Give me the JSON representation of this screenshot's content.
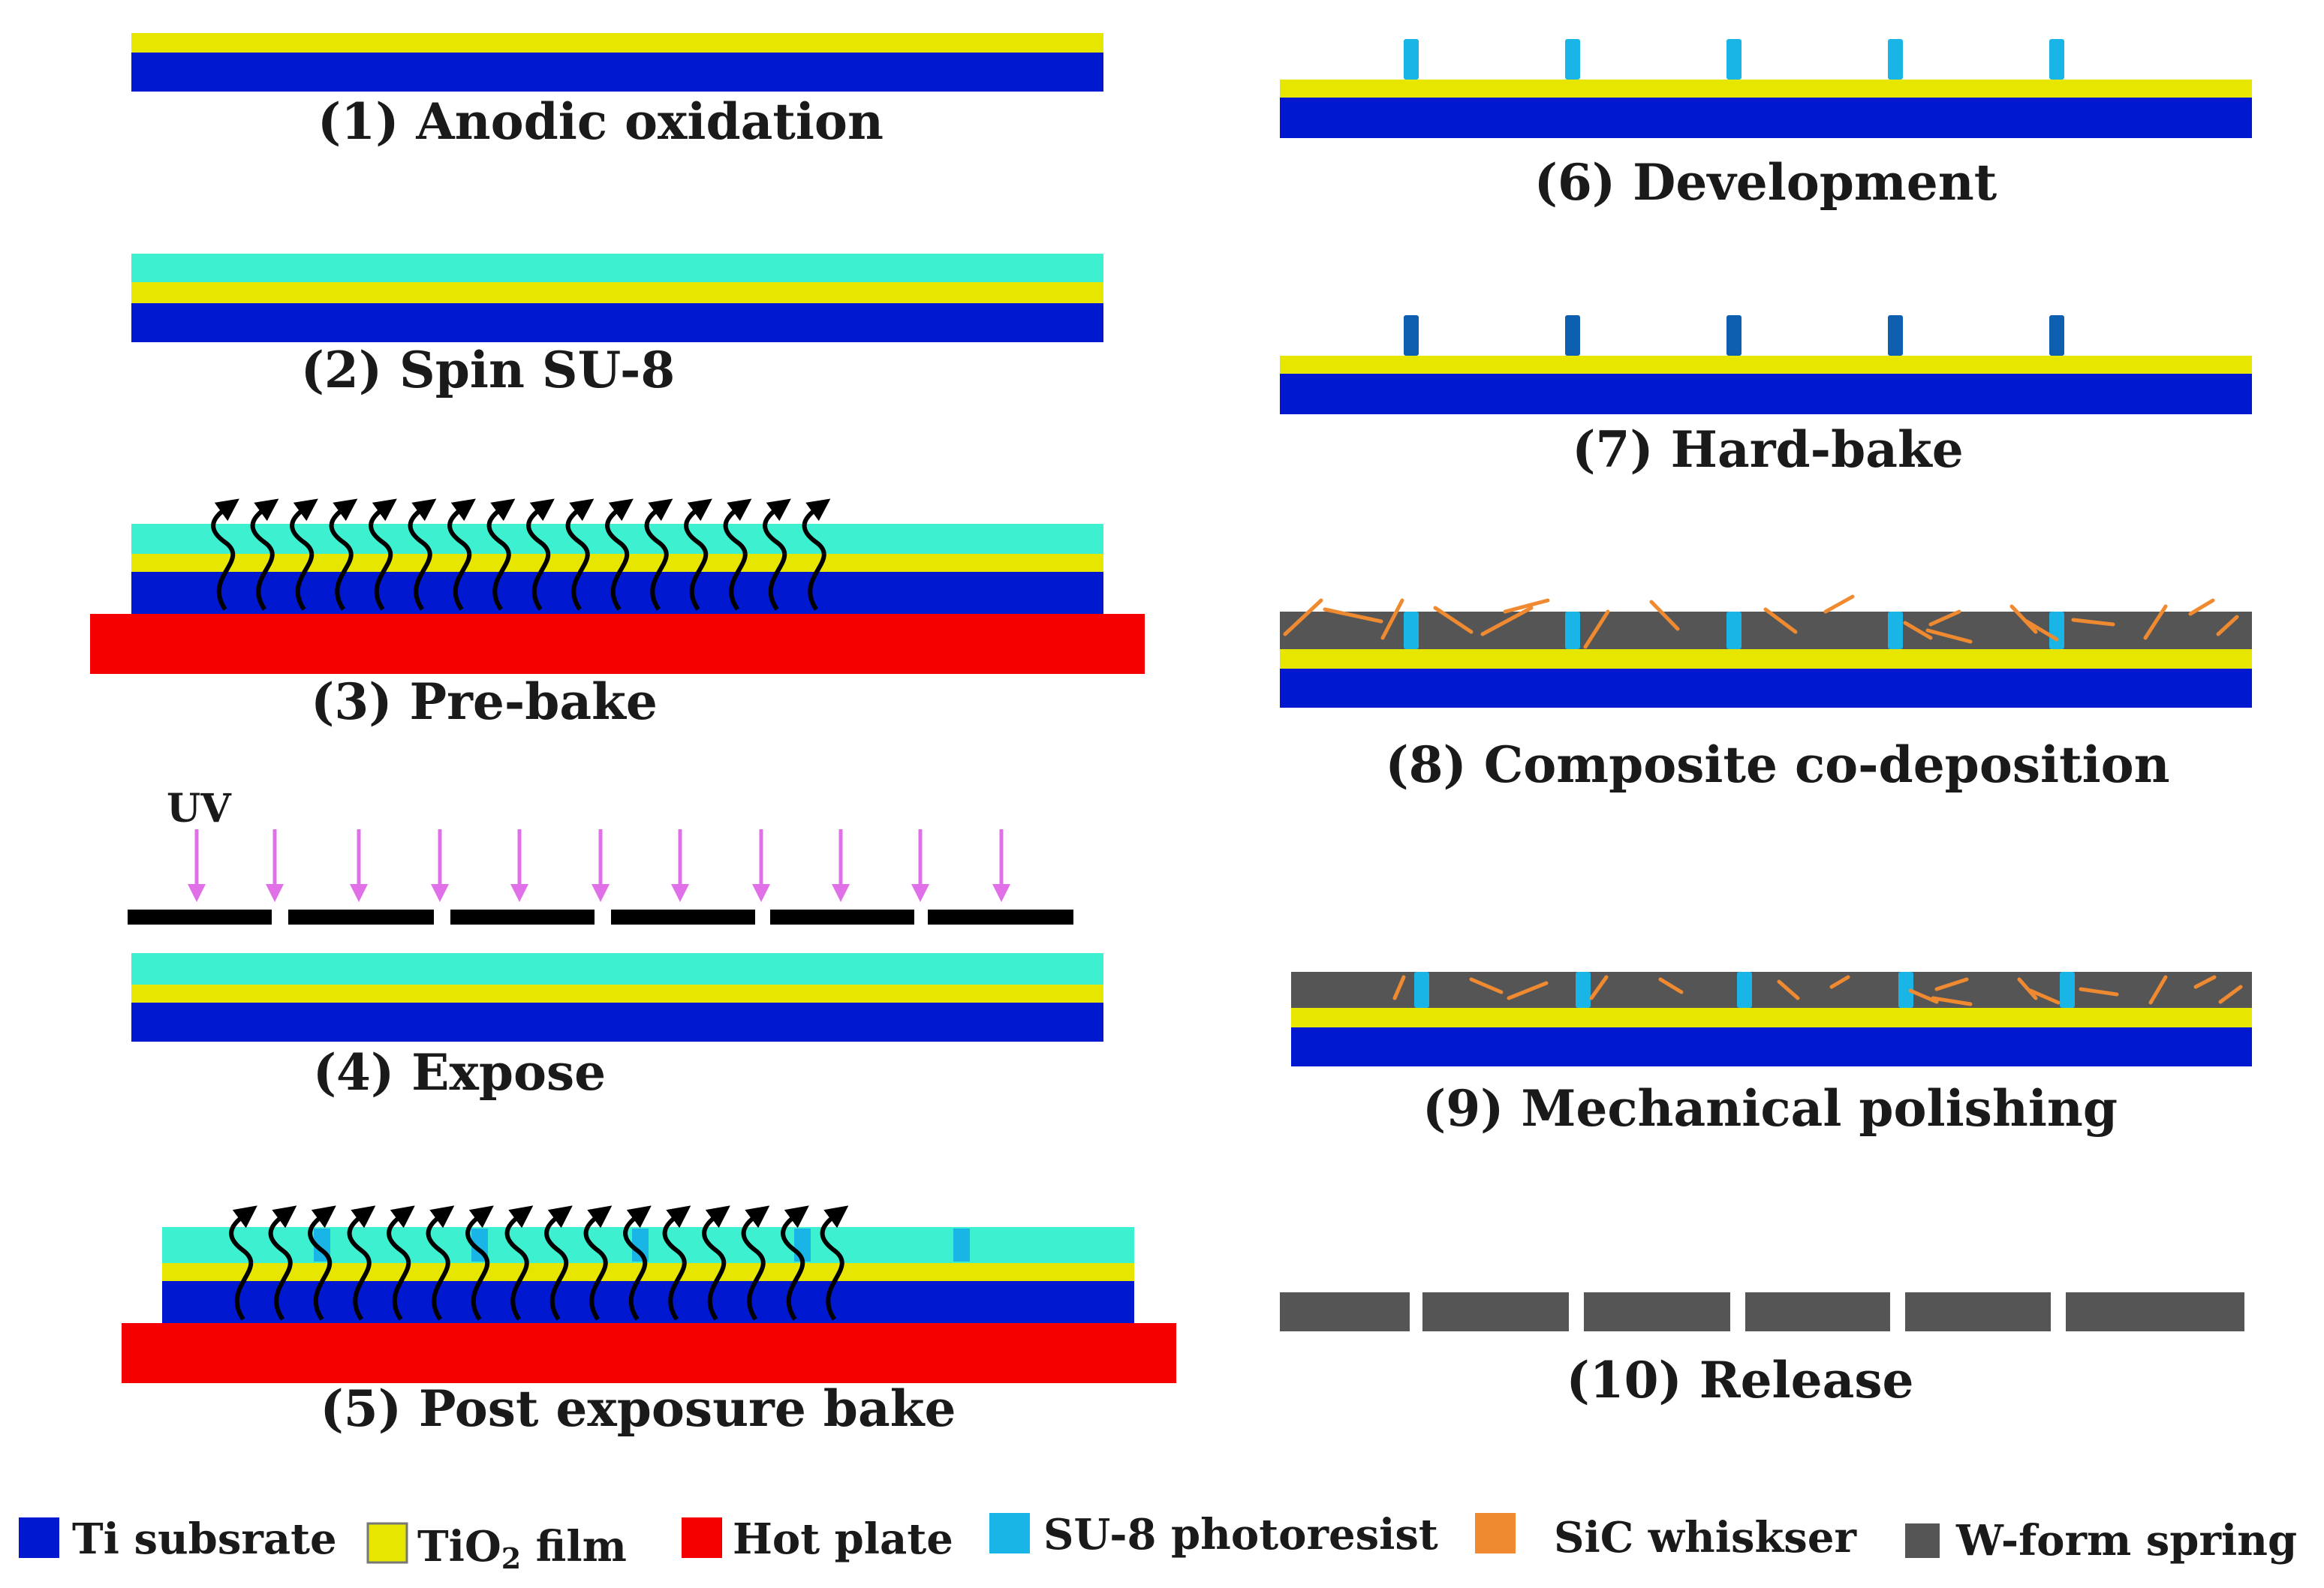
{
  "colors": {
    "ti_substrate": "#0019d0",
    "tio2_film": "#e6e600",
    "hot_plate": "#f40000",
    "su8_photoresist": "#19b5e6",
    "su8_layer": "#3cf0d0",
    "su8_hardbaked": "#0f5fb0",
    "sic_whisker": "#f08a30",
    "w_form_spring": "#555555",
    "uv_arrow": "#e070e8",
    "mask": "#000000"
  },
  "uv_label": "UV",
  "steps": [
    {
      "id": 1,
      "caption": "(1) Anodic oxidation"
    },
    {
      "id": 2,
      "caption": "(2) Spin SU-8"
    },
    {
      "id": 3,
      "caption": "(3) Pre-bake"
    },
    {
      "id": 4,
      "caption": "(4) Expose"
    },
    {
      "id": 5,
      "caption": "(5) Post exposure bake"
    },
    {
      "id": 6,
      "caption": "(6) Development"
    },
    {
      "id": 7,
      "caption": "(7) Hard-bake"
    },
    {
      "id": 8,
      "caption": "(8) Composite co-deposition"
    },
    {
      "id": 9,
      "caption": "(9) Mechanical polishing"
    },
    {
      "id": 10,
      "caption": "(10) Release"
    }
  ],
  "legend": [
    {
      "key": "ti_substrate",
      "label": "Ti subsrate"
    },
    {
      "key": "tio2_film",
      "label": "TiO",
      "sub": "2",
      "label_after": " film"
    },
    {
      "key": "hot_plate",
      "label": "Hot plate"
    },
    {
      "key": "su8_photoresist",
      "label": "SU-8 photoresist"
    },
    {
      "key": "sic_whisker",
      "label": "SiC whiskser"
    },
    {
      "key": "w_form_spring",
      "label": "W-form spring"
    }
  ]
}
